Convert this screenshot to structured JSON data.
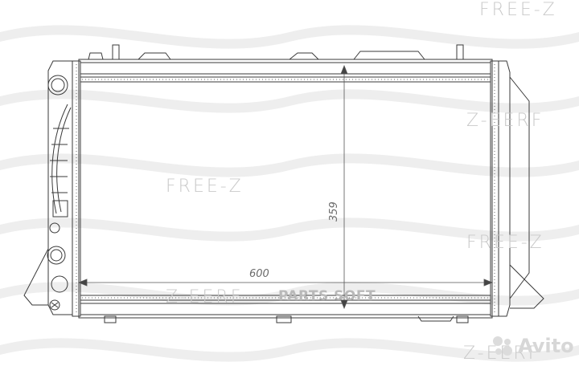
{
  "watermarks": {
    "brand": "FREE-Z",
    "brand_mirrored": "Z-EERF",
    "parts_soft": "PARTS SOFT",
    "avito": "Avito"
  },
  "dimensions": {
    "width": "600",
    "height": "359"
  },
  "colors": {
    "line": "#3a3a3a",
    "wave": "#ececec",
    "watermark": "#c9c9c9"
  }
}
